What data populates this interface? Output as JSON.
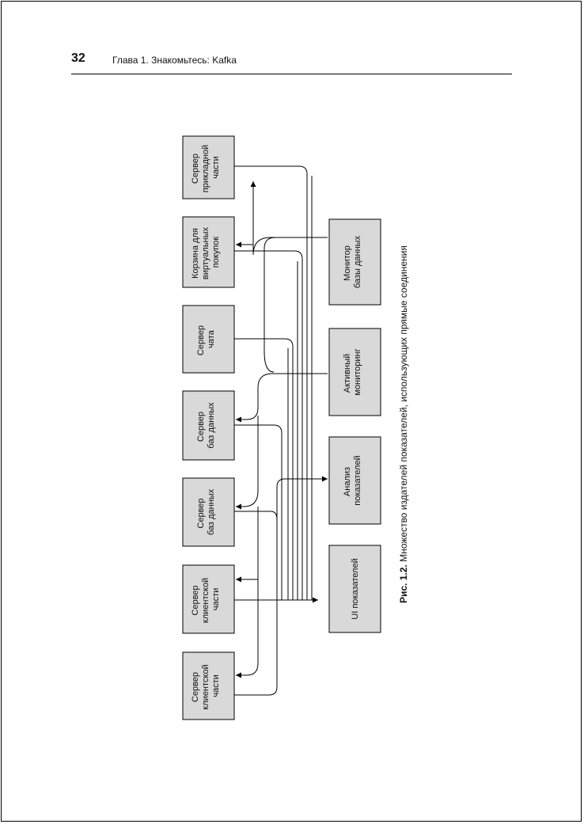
{
  "header": {
    "page_number": "32",
    "chapter": "Глава 1. Знакомьтесь: Kafka"
  },
  "figure": {
    "caption_label": "Рис. 1.2.",
    "caption_text": " Множество издателей показателей, использующих прямые соединения",
    "left_boxes": [
      {
        "lines": [
          "Сервер",
          "прикладной",
          "части"
        ]
      },
      {
        "lines": [
          "Корзина для",
          "виртуальных",
          "покупок"
        ]
      },
      {
        "lines": [
          "Сервер",
          "чата"
        ]
      },
      {
        "lines": [
          "Сервер",
          "баз данных"
        ]
      },
      {
        "lines": [
          "Сервер",
          "баз данных"
        ]
      },
      {
        "lines": [
          "Сервер",
          "клиентской",
          "части"
        ]
      },
      {
        "lines": [
          "Сервер",
          "клиентской",
          "части"
        ]
      }
    ],
    "right_boxes": [
      {
        "lines": [
          "Монитор",
          "базы данных"
        ]
      },
      {
        "lines": [
          "Активный",
          "мониторинг"
        ]
      },
      {
        "lines": [
          "Анализ",
          "показателей"
        ]
      },
      {
        "lines": [
          "UI показателей"
        ]
      }
    ],
    "colors": {
      "box_fill": "#d9d9d9",
      "line": "#000000"
    }
  }
}
